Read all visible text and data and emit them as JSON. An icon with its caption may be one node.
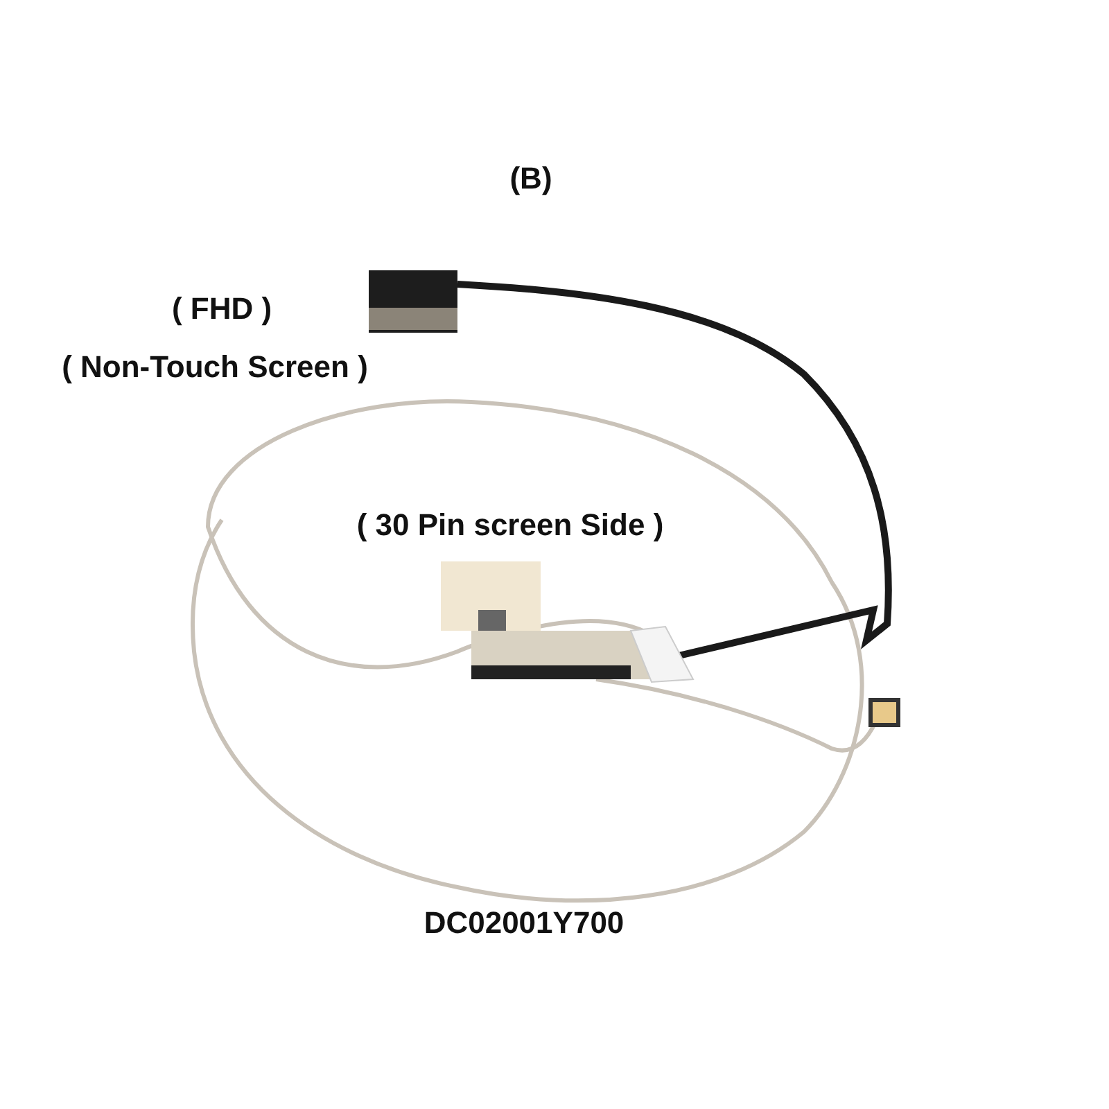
{
  "diagram": {
    "labels": [
      "(B)",
      "( FHD )",
      "( Non-Touch Screen )",
      "( 30 Pin screen Side )",
      "DC02001Y700"
    ]
  }
}
